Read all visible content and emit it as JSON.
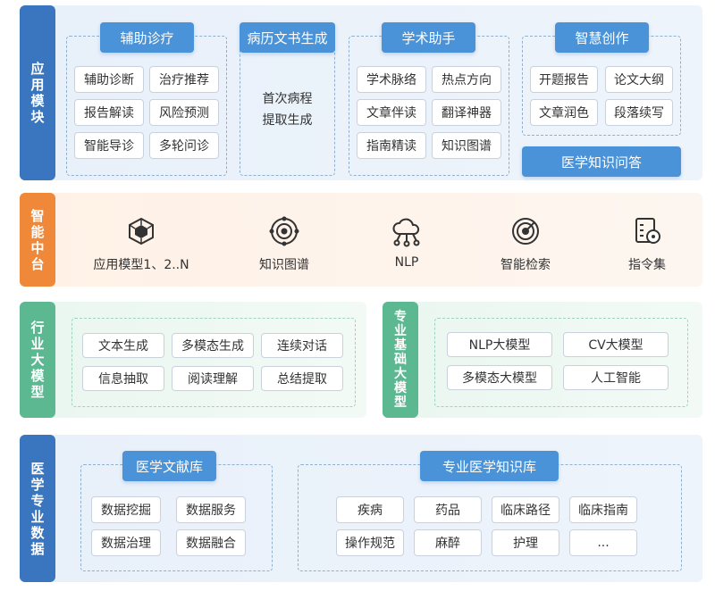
{
  "app_module": {
    "side_label": "应用模块",
    "assist": {
      "title": "辅助诊疗",
      "items": [
        "辅助诊断",
        "治疗推荐",
        "报告解读",
        "风险预测",
        "智能导诊",
        "多轮问诊"
      ]
    },
    "record": {
      "title": "病历文书生成",
      "lines": [
        "首次病程",
        "提取生成"
      ]
    },
    "academic": {
      "title": "学术助手",
      "items": [
        "学术脉络",
        "热点方向",
        "文章伴读",
        "翻译神器",
        "指南精读",
        "知识图谱"
      ]
    },
    "creation": {
      "title": "智慧创作",
      "items": [
        "开题报告",
        "论文大纲",
        "文章润色",
        "段落续写"
      ]
    },
    "qa_button": "医学知识问答"
  },
  "middle": {
    "side_label": "智能中台",
    "items": [
      {
        "icon": "cube-network-icon",
        "label": "应用模型1、2..N"
      },
      {
        "icon": "knowledge-graph-icon",
        "label": "知识图谱"
      },
      {
        "icon": "cloud-network-icon",
        "label": "NLP"
      },
      {
        "icon": "radar-search-icon",
        "label": "智能检索"
      },
      {
        "icon": "instruction-set-icon",
        "label": "指令集"
      }
    ]
  },
  "industry_model": {
    "side_label": "行业大模型",
    "items": [
      "文本生成",
      "多模态生成",
      "连续对话",
      "信息抽取",
      "阅读理解",
      "总结提取"
    ]
  },
  "base_model": {
    "side_label": "专业基础大模型",
    "items": [
      "NLP大模型",
      "CV大模型",
      "多模态大模型",
      "人工智能"
    ]
  },
  "medical_data": {
    "side_label": "医学专业数据",
    "literature": {
      "title": "医学文献库",
      "items": [
        "数据挖掘",
        "数据服务",
        "数据治理",
        "数据融合"
      ]
    },
    "knowledge": {
      "title": "专业医学知识库",
      "items": [
        "疾病",
        "药品",
        "临床路径",
        "临床指南",
        "操作规范",
        "麻醉",
        "护理",
        "..."
      ]
    }
  },
  "colors": {
    "blue_side": "#3a76bf",
    "orange_side": "#f0883a",
    "green_side": "#5cb891",
    "header_blue": "#4a93d8"
  }
}
